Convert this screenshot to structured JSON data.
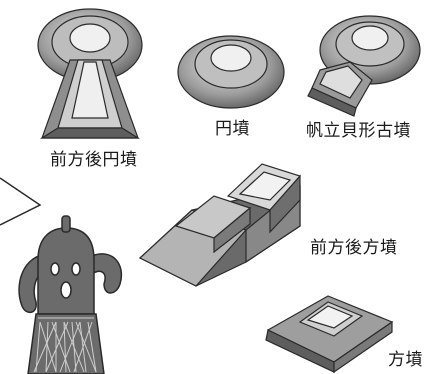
{
  "labels": {
    "zenpo_koen": "前方後円墳",
    "enpun": "円墳",
    "hotate": "帆立貝形古墳",
    "zenpo_koho": "前方後方墳",
    "hofun": "方墳"
  },
  "colors": {
    "face_light": "#c8c8c8",
    "face_mid": "#9a9a9a",
    "face_dark": "#5a5a5a",
    "outline": "#2a2a2a",
    "top_fill": "#f2f2f2",
    "haniwa_body": "#6b6b6b"
  }
}
